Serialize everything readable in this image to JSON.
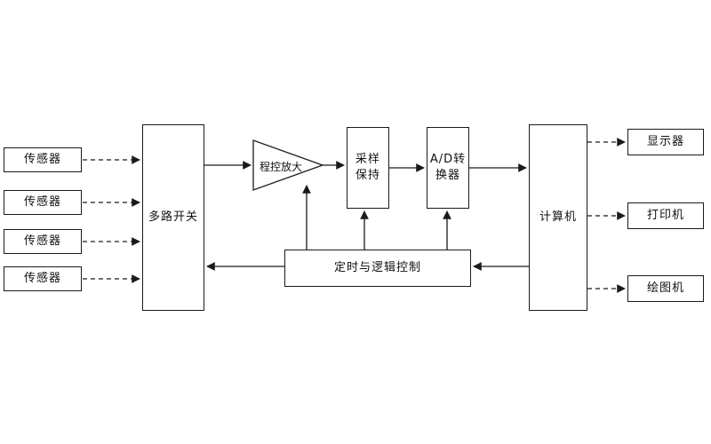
{
  "diagram": {
    "sensors": [
      "传感器",
      "传感器",
      "传感器",
      "传感器"
    ],
    "multiplexer": "多路开关",
    "amplifier": "程控放大",
    "sample_hold_line1": "采样",
    "sample_hold_line2": "保持",
    "adc_line1": "A/D转",
    "adc_line2": "换器",
    "computer": "计算机",
    "timing_control": "定时与逻辑控制",
    "outputs": [
      "显示器",
      "打印机",
      "绘图机"
    ],
    "colors": {
      "line": "#1a1a1a",
      "box_border": "#1a1a1a",
      "background": "#ffffff"
    }
  }
}
